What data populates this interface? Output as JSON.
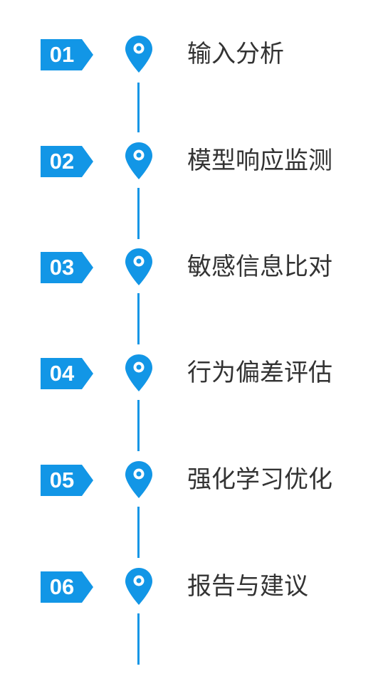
{
  "colors": {
    "accent": "#1296e6",
    "text": "#333333",
    "background": "#ffffff"
  },
  "steps": [
    {
      "number": "01",
      "label": "输入分析",
      "icon": "location-pin-icon"
    },
    {
      "number": "02",
      "label": "模型响应监测",
      "icon": "location-pin-icon"
    },
    {
      "number": "03",
      "label": "敏感信息比对",
      "icon": "location-pin-icon"
    },
    {
      "number": "04",
      "label": "行为偏差评估",
      "icon": "location-pin-icon"
    },
    {
      "number": "05",
      "label": "强化学习优化",
      "icon": "location-pin-icon"
    },
    {
      "number": "06",
      "label": "报告与建议",
      "icon": "location-pin-icon"
    }
  ]
}
